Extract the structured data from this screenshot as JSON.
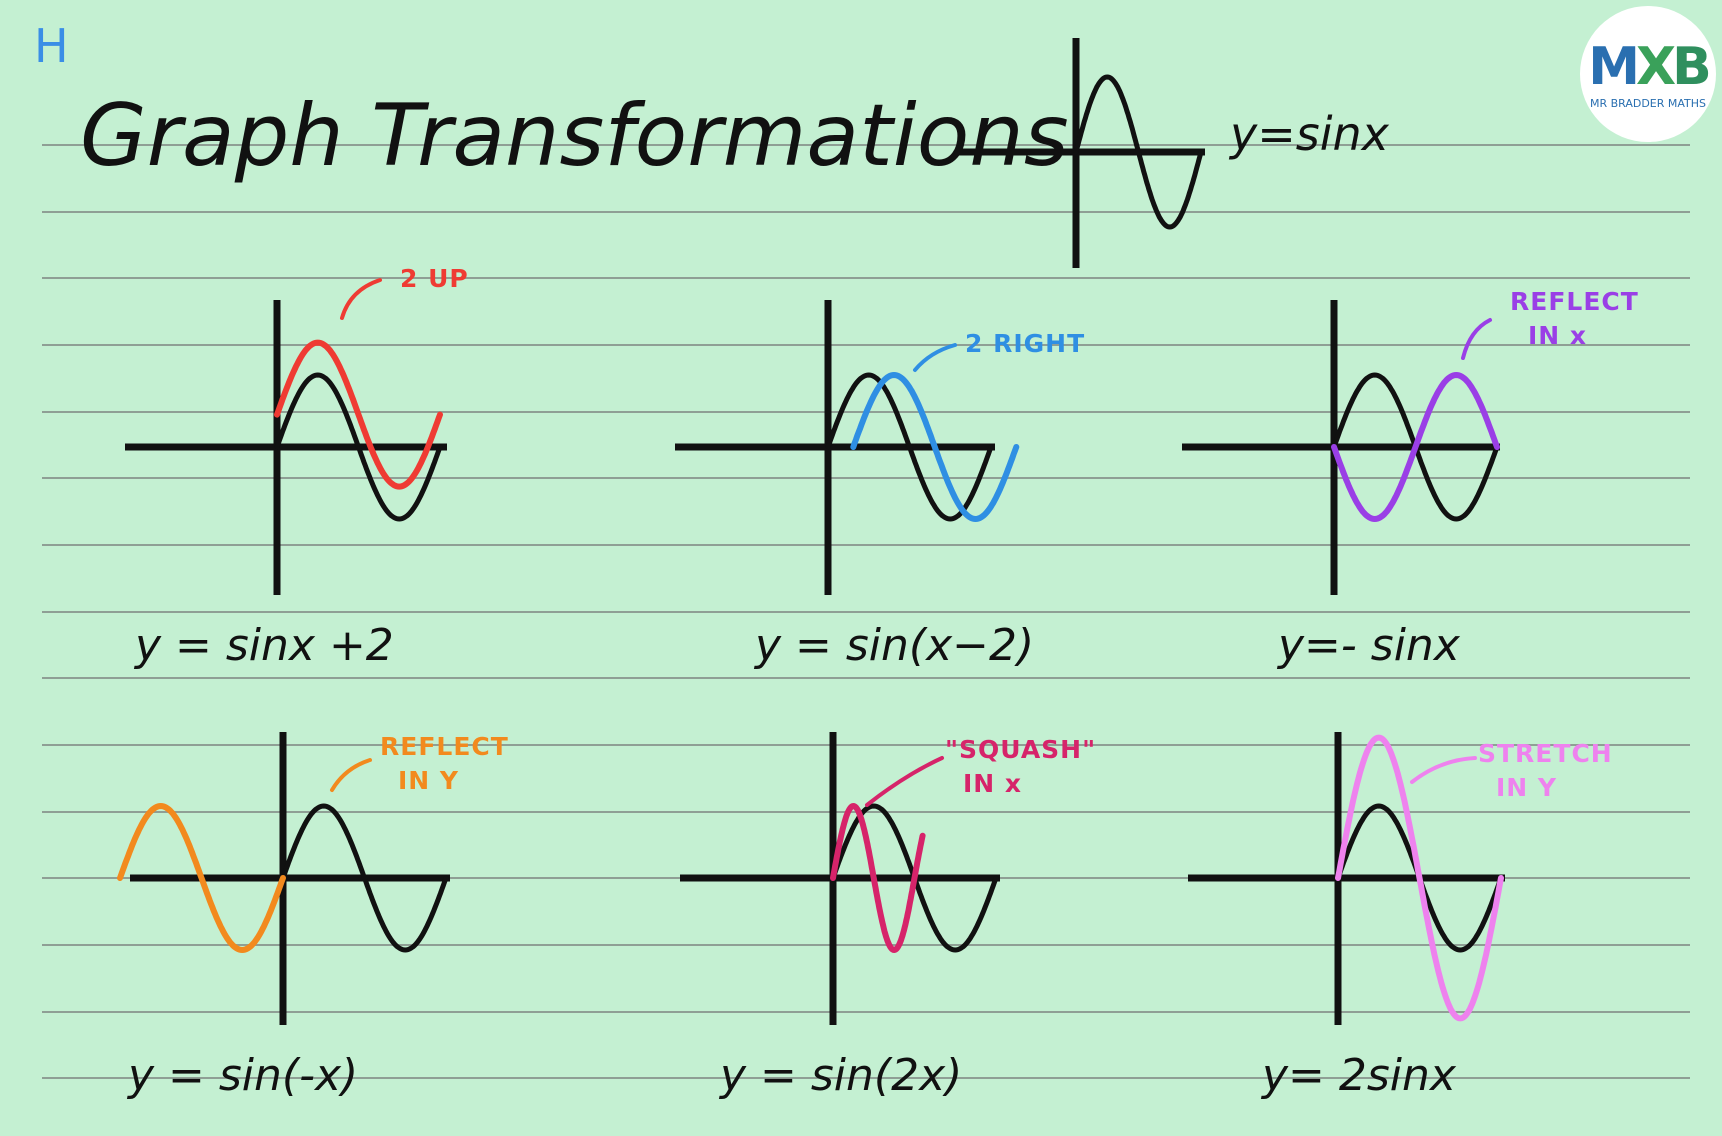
{
  "level_mark": "H",
  "title": "Graph Transformations",
  "base_label": "y=sinx",
  "logo": {
    "mark": "MXB",
    "subtitle": "MR BRADDER MATHS"
  },
  "colors": {
    "background": "#c4f0d2",
    "ruled_line": "#8f9f95",
    "ink": "#111111",
    "level_mark": "#3a8ee6",
    "translate_up": "#ef3b33",
    "translate_right": "#2f8fe3",
    "reflect_x": "#9a3fe6",
    "reflect_y": "#f28a1e",
    "squash_x": "#d6246a",
    "stretch_y": "#ee82ee"
  },
  "panels": [
    {
      "id": "up",
      "label": "y = sinx +2",
      "annotation": [
        "2 UP"
      ],
      "transform": "sinx + 2",
      "color_key": "translate_up"
    },
    {
      "id": "right",
      "label": "y = sin(x−2)",
      "annotation": [
        "2 RIGHT"
      ],
      "transform": "sin(x − 2)",
      "color_key": "translate_right"
    },
    {
      "id": "reflect-x",
      "label": "y=- sinx",
      "annotation": [
        "REFLECT",
        "IN x"
      ],
      "transform": "−sinx",
      "color_key": "reflect_x"
    },
    {
      "id": "reflect-y",
      "label": "y = sin(-x)",
      "annotation": [
        "REFLECT",
        "IN Y"
      ],
      "transform": "sin(−x)",
      "color_key": "reflect_y"
    },
    {
      "id": "squash",
      "label": "y = sin(2x)",
      "annotation": [
        "\"SQUASH\"",
        "IN x"
      ],
      "transform": "sin(2x)",
      "color_key": "squash_x"
    },
    {
      "id": "stretch",
      "label": "y= 2sinx",
      "annotation": [
        "STRETCH",
        "IN Y"
      ],
      "transform": "2sinx",
      "color_key": "stretch_y"
    }
  ]
}
